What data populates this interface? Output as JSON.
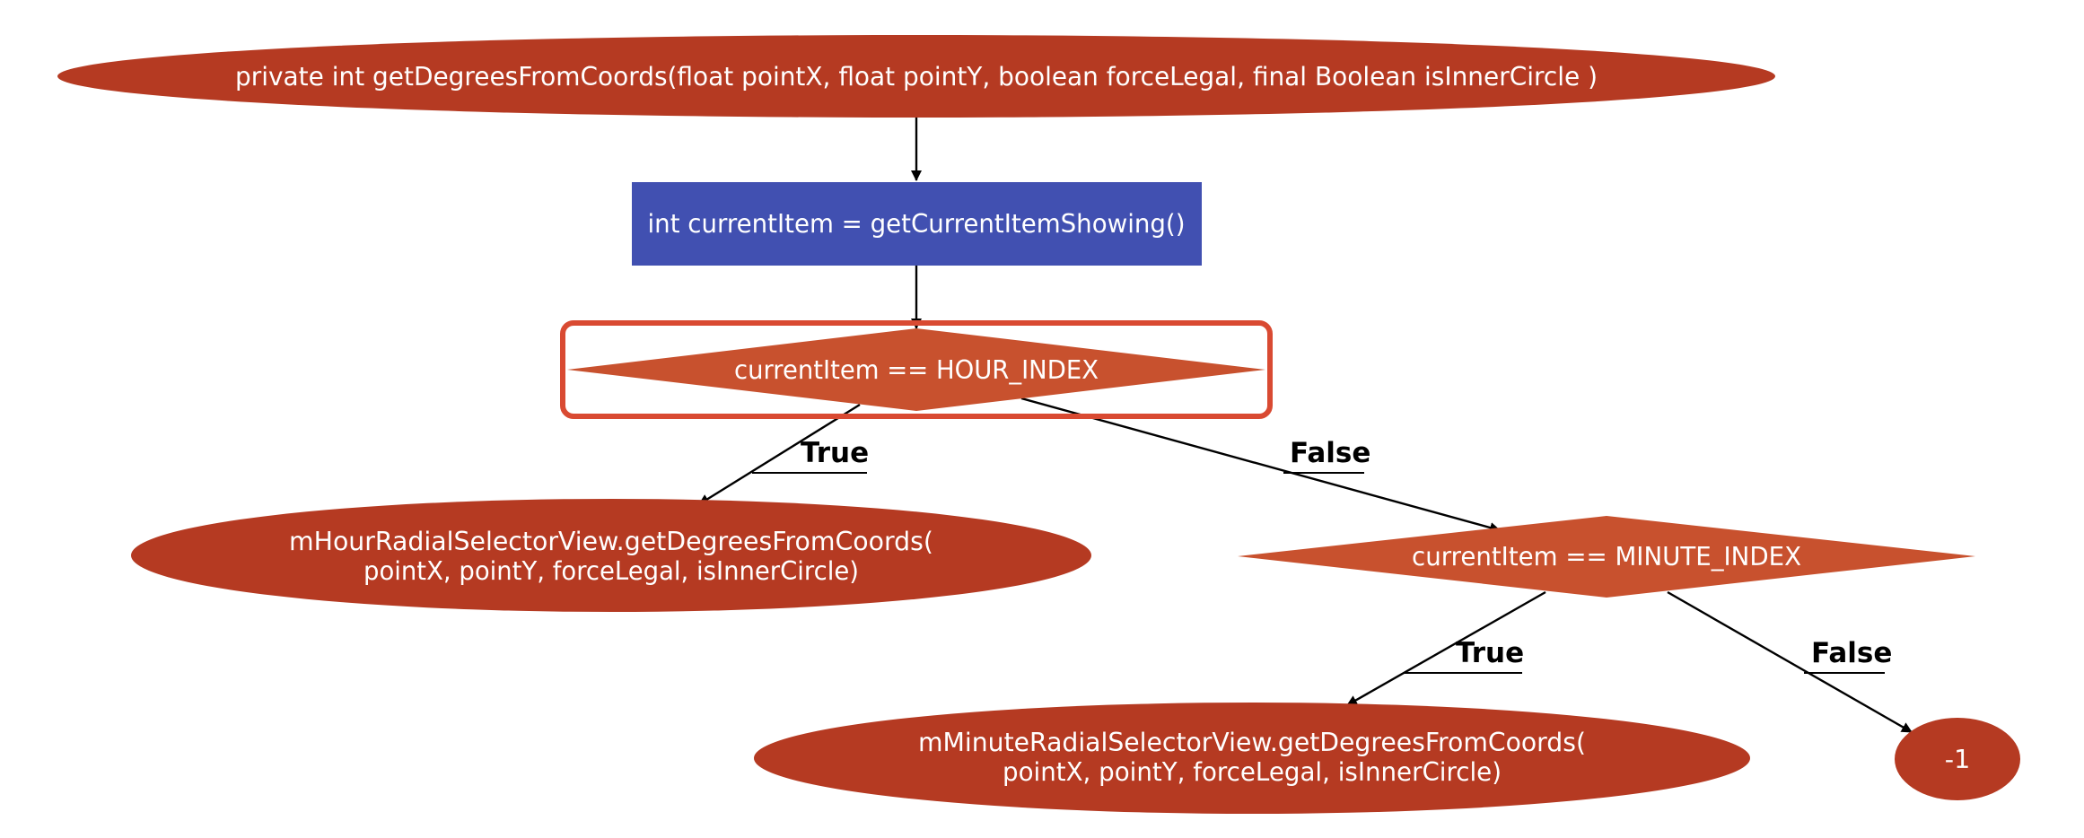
{
  "colors": {
    "terminal_fill": "#b53a22",
    "process_fill": "#4150b1",
    "decision_fill": "#c8512e",
    "highlight_stroke": "#d94a32",
    "edge": "#000000",
    "text": "#ffffff"
  },
  "nodes": {
    "signature": {
      "shape": "ellipse",
      "lines": [
        "private int getDegreesFromCoords(float pointX, float pointY, boolean forceLegal, final Boolean isInnerCircle )"
      ]
    },
    "assign_current_item": {
      "shape": "rectangle",
      "lines": [
        "int currentItem = getCurrentItemShowing()"
      ]
    },
    "hour_check": {
      "shape": "diamond",
      "highlighted": true,
      "lines": [
        "currentItem == HOUR_INDEX"
      ]
    },
    "hour_call": {
      "shape": "ellipse",
      "lines": [
        "mHourRadialSelectorView.getDegreesFromCoords(",
        "pointX, pointY, forceLegal, isInnerCircle)"
      ]
    },
    "minute_check": {
      "shape": "diamond",
      "lines": [
        "currentItem == MINUTE_INDEX"
      ]
    },
    "minute_call": {
      "shape": "ellipse",
      "lines": [
        "mMinuteRadialSelectorView.getDegreesFromCoords(",
        "pointX, pointY, forceLegal, isInnerCircle)"
      ]
    },
    "return_negative": {
      "shape": "ellipse",
      "lines": [
        "-1"
      ]
    }
  },
  "edges": [
    {
      "from": "signature",
      "to": "assign_current_item",
      "label": ""
    },
    {
      "from": "assign_current_item",
      "to": "hour_check",
      "label": ""
    },
    {
      "from": "hour_check",
      "to": "hour_call",
      "label": "True"
    },
    {
      "from": "hour_check",
      "to": "minute_check",
      "label": "False"
    },
    {
      "from": "minute_check",
      "to": "minute_call",
      "label": "True"
    },
    {
      "from": "minute_check",
      "to": "return_negative",
      "label": "False"
    }
  ]
}
